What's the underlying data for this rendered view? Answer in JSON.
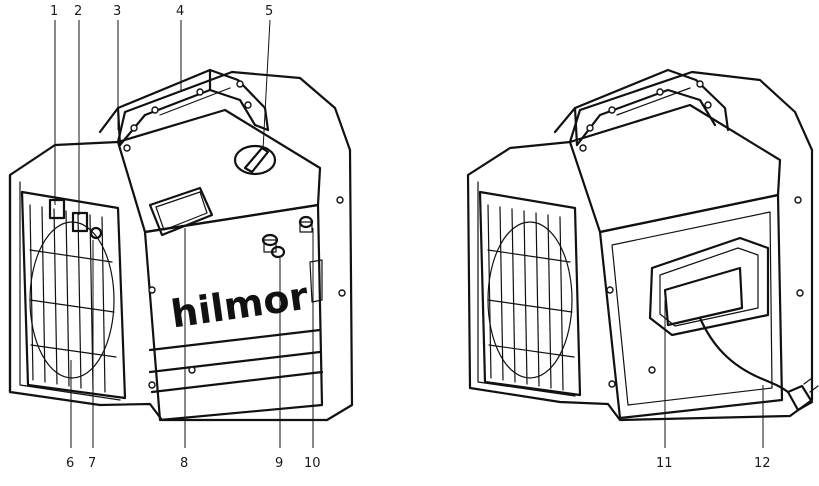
{
  "brand": "hilmor",
  "callouts": [
    "1",
    "2",
    "3",
    "4",
    "5",
    "6",
    "7",
    "8",
    "9",
    "10",
    "11",
    "12"
  ]
}
